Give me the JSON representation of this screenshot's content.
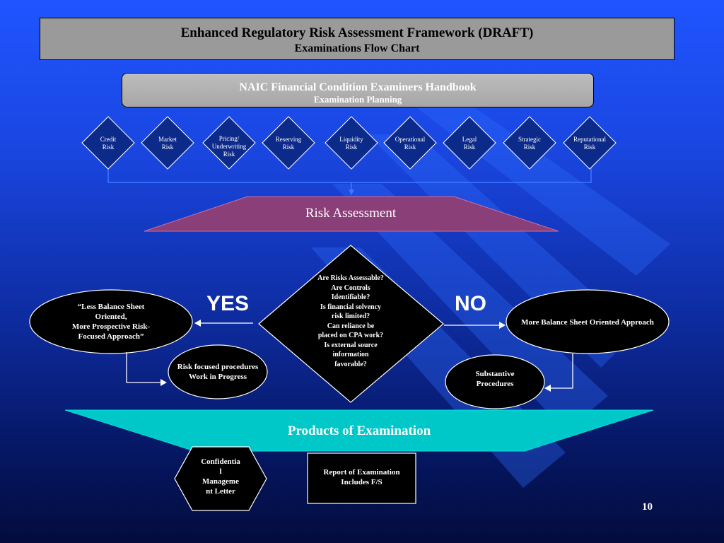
{
  "title": {
    "line1": "Enhanced Regulatory Risk Assessment Framework (DRAFT)",
    "line2": "Examinations Flow Chart"
  },
  "handbook": {
    "line1": "NAIC Financial Condition Examiners Handbook",
    "line2": "Examination Planning"
  },
  "risks": [
    {
      "line1": "Credit",
      "line2": "Risk",
      "line3": ""
    },
    {
      "line1": "Market",
      "line2": "Risk",
      "line3": ""
    },
    {
      "line1": "Pricing/",
      "line2": "Underwriting",
      "line3": "Risk"
    },
    {
      "line1": "Reserving",
      "line2": "Risk",
      "line3": ""
    },
    {
      "line1": "Liquidity",
      "line2": "Risk",
      "line3": ""
    },
    {
      "line1": "Operational",
      "line2": "Risk",
      "line3": ""
    },
    {
      "line1": "Legal",
      "line2": "Risk",
      "line3": ""
    },
    {
      "line1": "Strategic",
      "line2": "Risk",
      "line3": ""
    },
    {
      "line1": "Reputational",
      "line2": "Risk",
      "line3": ""
    }
  ],
  "risk_assessment": "Risk Assessment",
  "decision": {
    "lines": [
      "Are Risks Assessable?",
      "Are Controls",
      "Identifiable?",
      "Is financial solvency",
      "risk limited?",
      "Can reliance be",
      "placed on CPA work?",
      "Is external source",
      "information",
      "favorable?"
    ]
  },
  "yes_label": "YES",
  "no_label": "NO",
  "left_oval": {
    "lines": [
      "“Less Balance Sheet",
      "Oriented,",
      "More Prospective Risk-",
      "Focused Approach”"
    ]
  },
  "right_oval": {
    "text": "More Balance Sheet Oriented Approach"
  },
  "risk_procedures": {
    "line1": "Risk focused procedures",
    "line2": "Work in Progress"
  },
  "substantive": {
    "line1": "Substantive",
    "line2": "Procedures"
  },
  "products": "Products of Examination",
  "confidential": {
    "lines": [
      "Confidentia",
      "l",
      "Manageme",
      "nt Letter"
    ]
  },
  "report": {
    "line1": "Report of Examination",
    "line2": "Includes F/S"
  },
  "page_number": "10",
  "colors": {
    "title_bg": "#9a9a9a",
    "risk_assessment_fill": "#8a3f78",
    "products_fill": "#00c8c8",
    "diamond_fill": "#0c2a8a",
    "decision_fill": "#000000"
  }
}
